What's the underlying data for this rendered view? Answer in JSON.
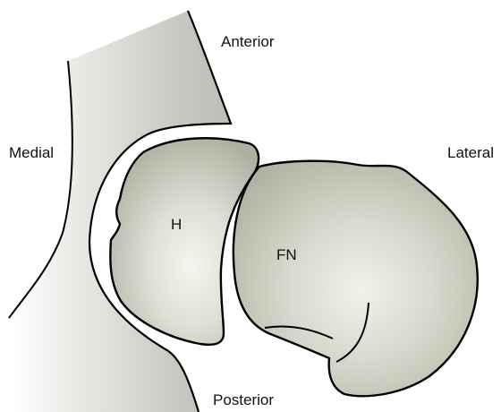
{
  "labels": {
    "anterior": "Anterior",
    "posterior": "Posterior",
    "medial": "Medial",
    "lateral": "Lateral",
    "head": "H",
    "femoral_neck": "FN"
  },
  "colors": {
    "background": "#ffffff",
    "outline": "#000000",
    "bone_fill": "#c8cabb",
    "bone_highlight": "#f4f5ee",
    "acetabulum_fill": "#d7d7d2",
    "label_text": "#111111"
  }
}
